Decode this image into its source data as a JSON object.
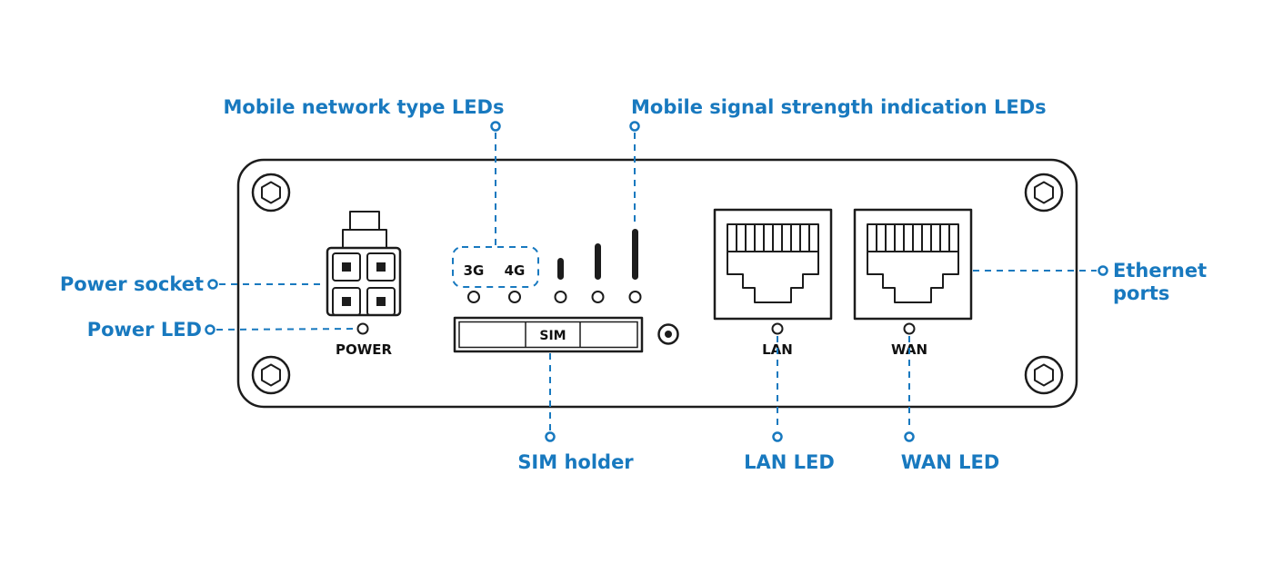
{
  "diagram": {
    "callouts": {
      "mobile_network_type_leds": "Mobile network type LEDs",
      "mobile_signal_strength_leds": "Mobile signal strength indication LEDs",
      "power_socket": "Power socket",
      "power_led": "Power LED",
      "ethernet_ports_line1": "Ethernet",
      "ethernet_ports_line2": "ports",
      "sim_holder": "SIM holder",
      "lan_led": "LAN LED",
      "wan_led": "WAN LED"
    },
    "panel": {
      "power_label": "POWER",
      "network_3g": "3G",
      "network_4g": "4G",
      "sim_label": "SIM",
      "lan_label": "LAN",
      "wan_label": "WAN"
    },
    "colors": {
      "callout_blue": "#1879bf",
      "line_dark": "#1c1c1c",
      "background": "#ffffff"
    }
  }
}
